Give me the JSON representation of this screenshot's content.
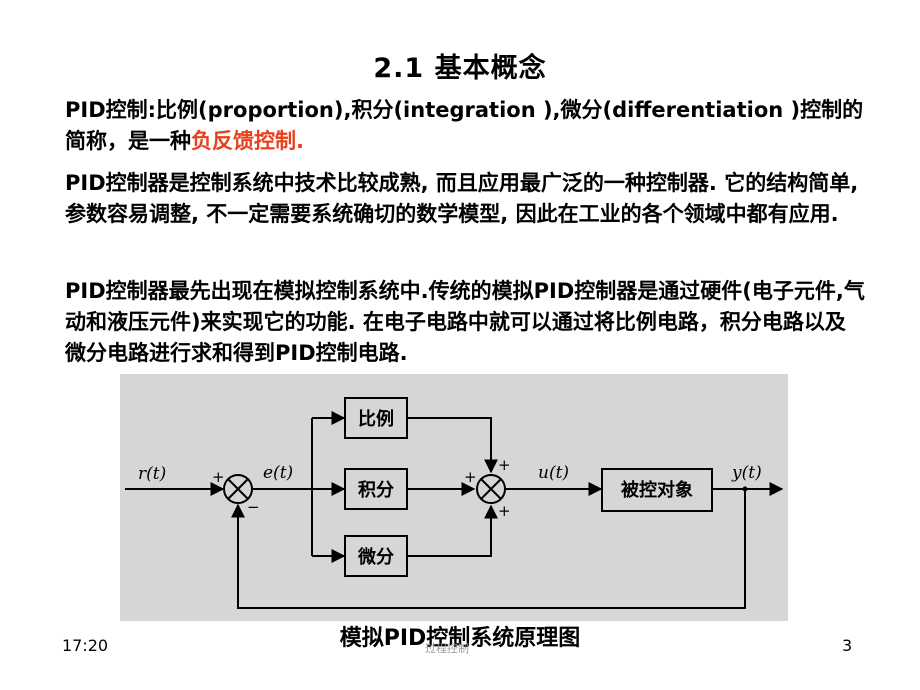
{
  "slide": {
    "title": "2.1  基本概念",
    "para1_prefix": "PID控制:比例(proportion),积分(integration ),微分(differentiation )控制的简称，是一种",
    "para1_highlight": "负反馈控制.",
    "para2": "PID控制器是控制系统中技术比较成熟, 而且应用最广泛的一种控制器. 它的结构简单, 参数容易调整, 不一定需要系统确切的数学模型, 因此在工业的各个领域中都有应用.",
    "para3": "PID控制器最先出现在模拟控制系统中.传统的模拟PID控制器是通过硬件(电子元件,气动和液压元件)来实现它的功能. 在电子电路中就可以通过将比例电路，积分电路以及微分电路进行求和得到PID控制电路.",
    "caption": "模拟PID控制系统原理图",
    "accent_color": "#e8401c"
  },
  "diagram": {
    "signals": {
      "input": "r(t)",
      "error": "e(t)",
      "control": "u(t)",
      "output": "y(t)"
    },
    "blocks": {
      "proportional": "比例",
      "integral": "积分",
      "derivative": "微分",
      "plant": "被控对象"
    },
    "signs": {
      "plus": "+",
      "minus": "−"
    }
  },
  "footer": {
    "time": "17:20",
    "center": "过程控制",
    "page": "3"
  }
}
